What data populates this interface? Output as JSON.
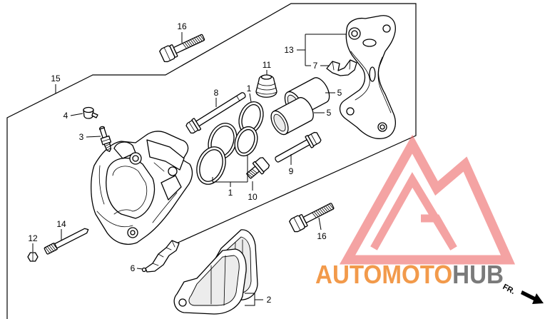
{
  "diagram": {
    "callouts": {
      "upper_bolt": "16",
      "bracket": "13",
      "bracket_clip": "7",
      "boot": "11",
      "upper_pin": "8",
      "upper_seal": "1",
      "upper_piston": "5",
      "lower_piston": "5",
      "caliper_assembly": "15",
      "bleeder_cap": "4",
      "bleeder": "3",
      "lower_pin": "9",
      "lower_seal": "1",
      "pin_bolt": "10",
      "lower_bolt": "16",
      "nut": "12",
      "long_pin": "14",
      "spring_clip": "6",
      "pads": "2"
    },
    "direction_marker": "FR."
  },
  "watermark": {
    "text_part1": "AUTOMOTO",
    "text_part2": "HUB",
    "colors": {
      "orange": "#F29A4B",
      "gray": "#7A7A7A",
      "logo_red": "#EE6B6B"
    }
  }
}
